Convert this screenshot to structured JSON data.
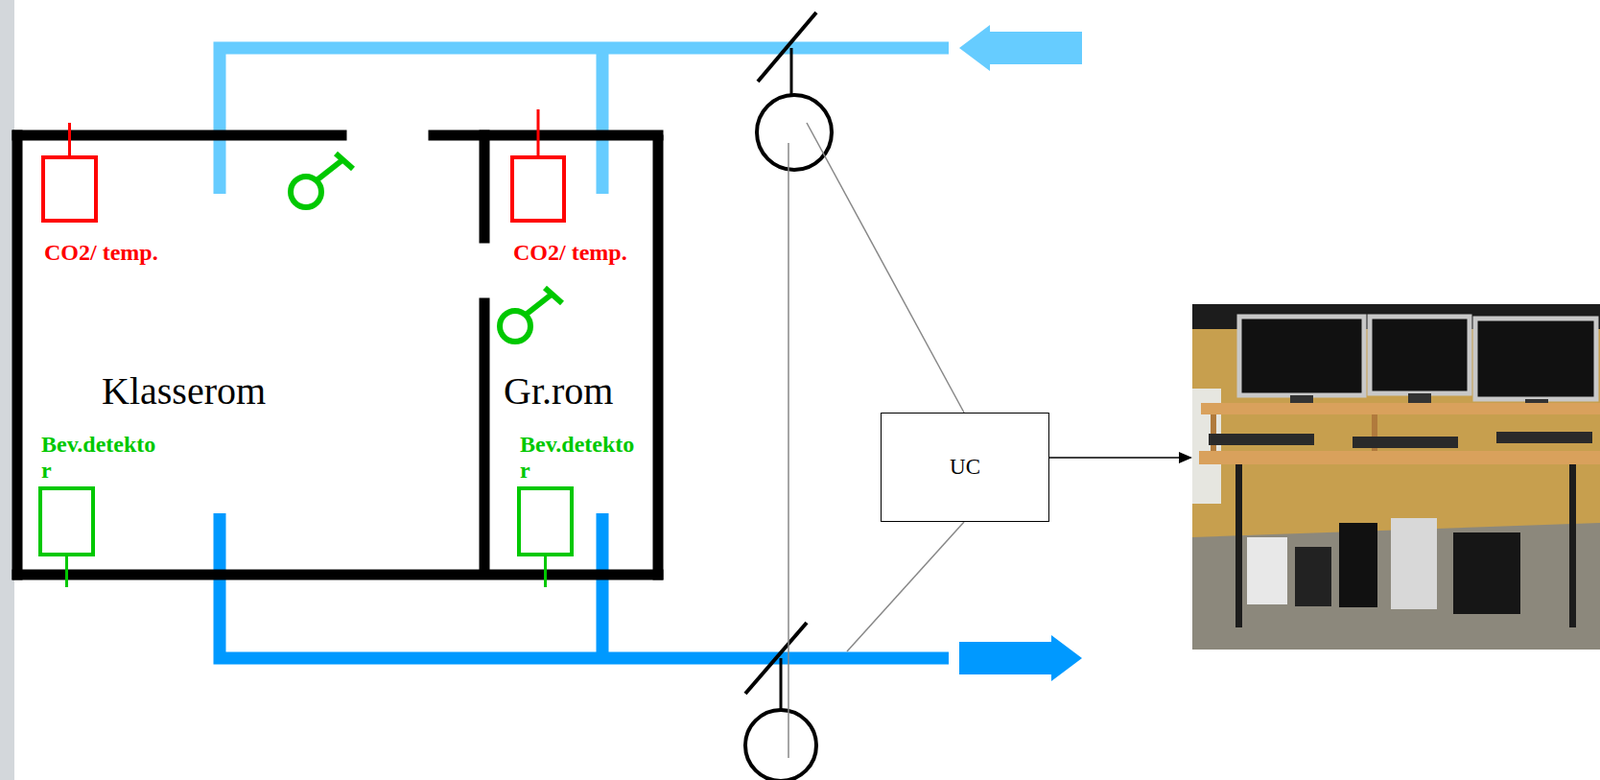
{
  "diagram": {
    "nodes": [
      {
        "text": [
          "CO2/ temp."
        ]
      },
      {
        "text": [
          "CO2/ temp."
        ]
      },
      {
        "text": [
          "Bev.detekto r"
        ]
      },
      {
        "text": [
          "Bev.detekto r"
        ]
      },
      {
        "text": [
          "UC"
        ]
      }
    ],
    "labels": [
      "Klasserom",
      "Gr.rom"
    ]
  }
}
